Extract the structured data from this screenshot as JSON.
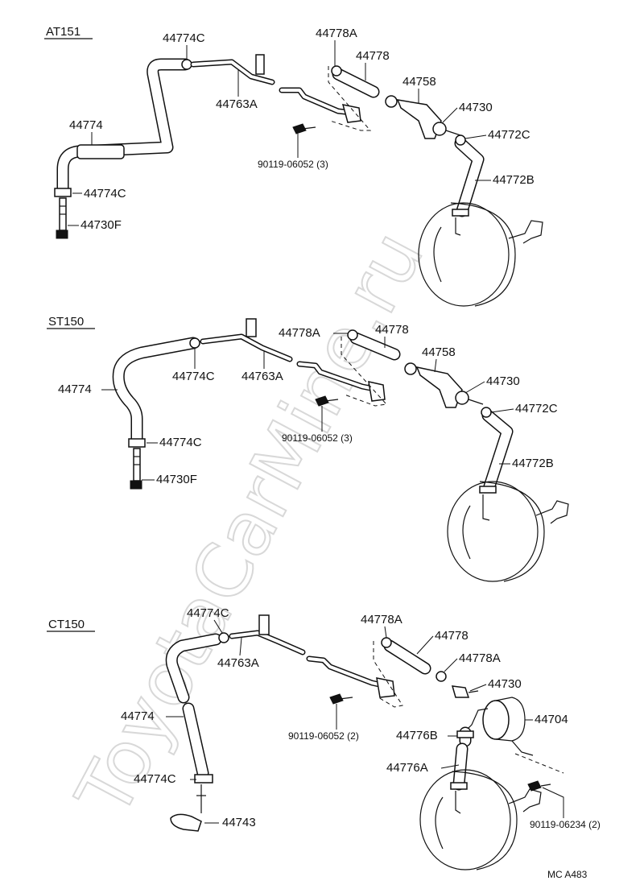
{
  "watermark": "ToyotaCarMine.ru",
  "sections": [
    {
      "title": "AT151",
      "labels": {
        "c1": "44774C",
        "hose": "44774",
        "c2": "44774C",
        "valve": "44730F",
        "pipe": "44763A",
        "bolt": "90119-06052 (3)",
        "clampA": "44778A",
        "hose2": "44778",
        "check": "44758",
        "union": "44730",
        "clamp3": "44772C",
        "hose3": "44772B"
      }
    },
    {
      "title": "ST150",
      "labels": {
        "c1": "44774C",
        "hose": "44774",
        "c2": "44774C",
        "valve": "44730F",
        "pipe": "44763A",
        "bolt": "90119-06052 (3)",
        "clampA": "44778A",
        "hose2": "44778",
        "check": "44758",
        "union": "44730",
        "clamp3": "44772C",
        "hose3": "44772B"
      }
    },
    {
      "title": "CT150",
      "labels": {
        "c1": "44774C",
        "hose": "44774",
        "c2": "44774C",
        "fitting": "44743",
        "pipe": "44763A",
        "bolt": "90119-06052 (2)",
        "clampA": "44778A",
        "hose2": "44778",
        "clampA2": "44778A",
        "union": "44730",
        "tank": "44704",
        "hoseB": "44776B",
        "hoseA": "44776A",
        "bolt2": "90119-06234 (2)"
      }
    }
  ],
  "footer_code": "MC A483"
}
